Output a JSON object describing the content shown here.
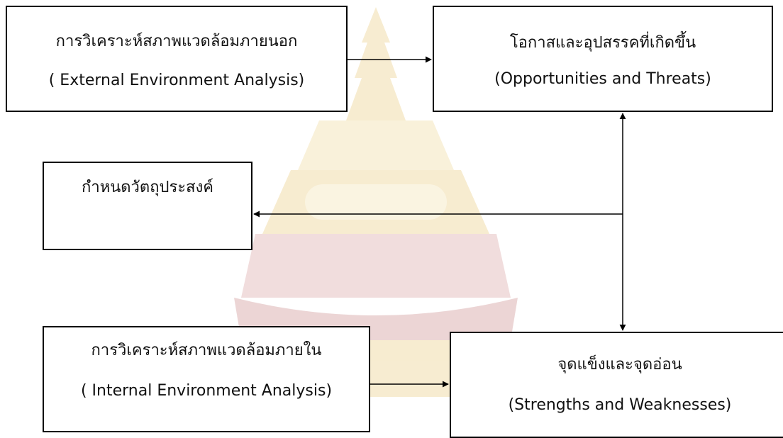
{
  "boxes": {
    "external": {
      "th": "การวิเคราะห์สภาพแวดล้อมภายนอก",
      "en": "( External Environment Analysis)"
    },
    "opportunities": {
      "th": "โอกาสและอุปสรรคที่เกิดขึ้น",
      "en": "(Opportunities and Threats)"
    },
    "objective": {
      "th": "กำหนดวัตถุประสงค์"
    },
    "internal": {
      "th": "การวิเคราะห์สภาพแวดล้อมภายใน",
      "en": "( Internal Environment Analysis)"
    },
    "strengths": {
      "th": "จุดแข็งและจุดอ่อน",
      "en": "(Strengths and Weaknesses)"
    }
  },
  "colors": {
    "watermark_gold": "#e9c97a",
    "watermark_red": "#c98a8a",
    "line": "#000000"
  }
}
